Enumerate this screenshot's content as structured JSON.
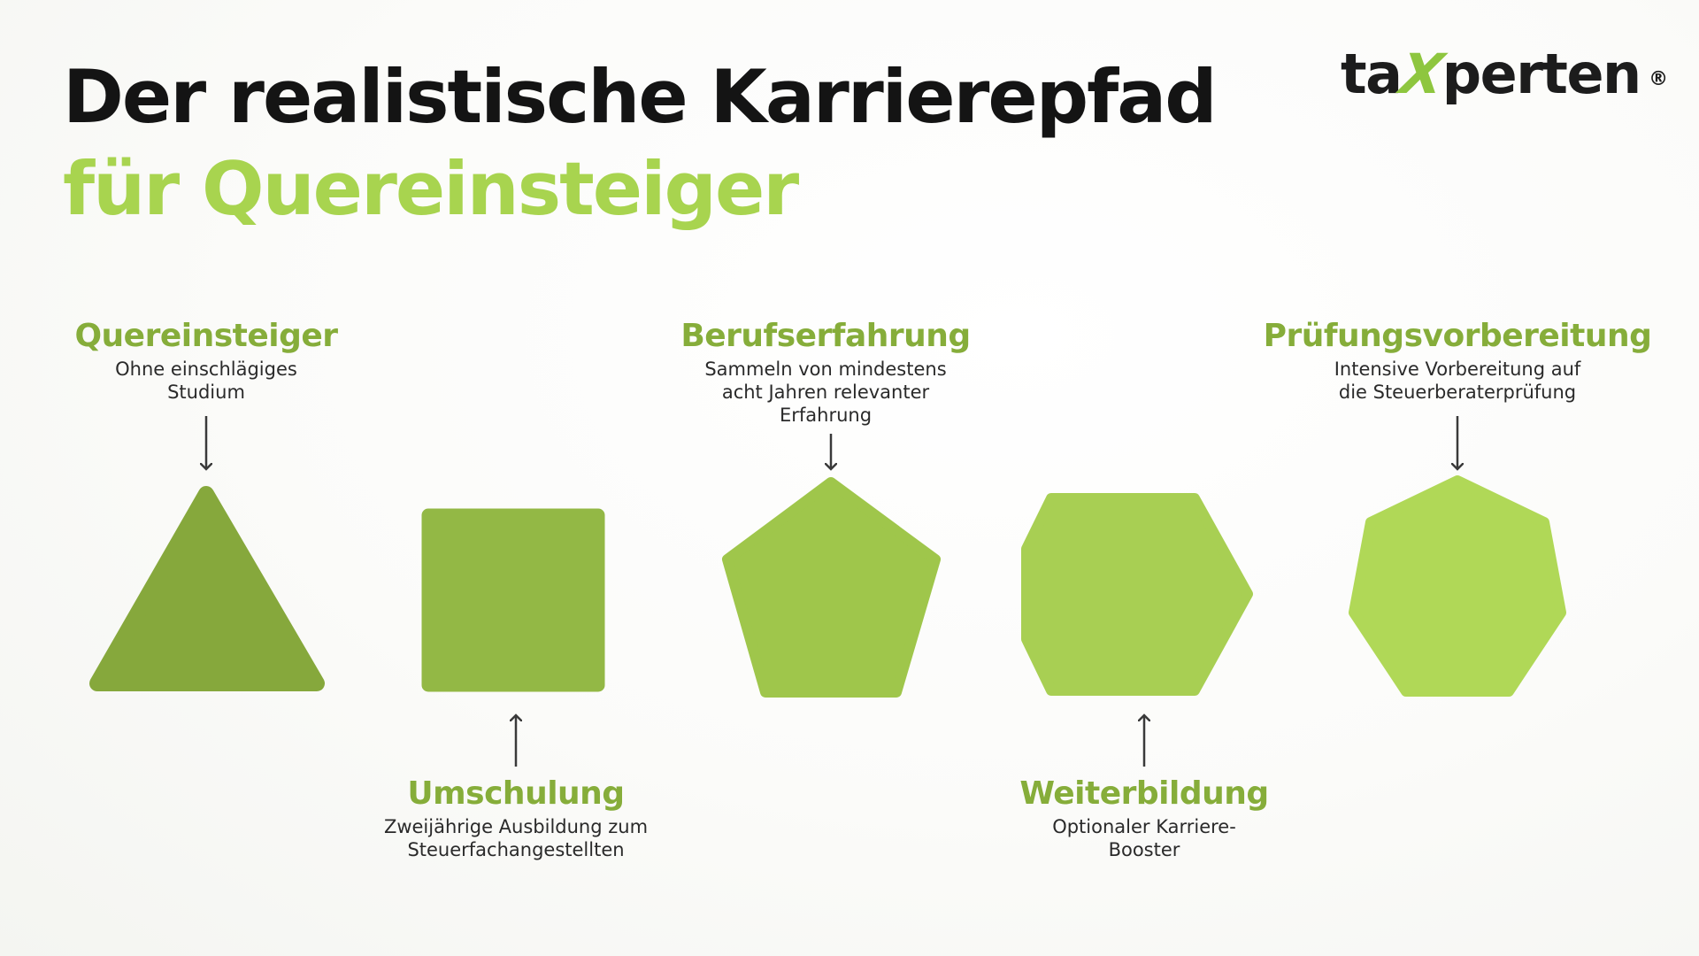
{
  "header": {
    "title_line1": "Der realistische Karrierepfad",
    "title_line2": "für Quereinsteiger"
  },
  "logo": {
    "text_before": "ta",
    "text_x": "X",
    "text_after": "perten",
    "registered": "®"
  },
  "steps": [
    {
      "title": "Quereinsteiger",
      "text_line1": "Ohne einschlägiges",
      "text_line2": "Studium",
      "text_line3": "",
      "shape": "triangle",
      "color": "#86a83c"
    },
    {
      "title": "Umschulung",
      "text_line1": "Zweijährige Ausbildung zum",
      "text_line2": "Steuerfachangestellten",
      "text_line3": "",
      "shape": "square",
      "color": "#93b845"
    },
    {
      "title": "Berufserfahrung",
      "text_line1": "Sammeln von mindestens",
      "text_line2": "acht Jahren relevanter",
      "text_line3": "Erfahrung",
      "shape": "pentagon",
      "color": "#9fc64b"
    },
    {
      "title": "Weiterbildung",
      "text_line1": "Optionaler Karriere-",
      "text_line2": "Booster",
      "text_line3": "",
      "shape": "hexagon",
      "color": "#a8cf53"
    },
    {
      "title": "Prüfungsvorbereitung",
      "text_line1": "Intensive Vorbereitung auf",
      "text_line2": "die Steuerberaterprüfung",
      "text_line3": "",
      "shape": "heptagon",
      "color": "#b0d857"
    }
  ],
  "colors": {
    "title_dark": "#141414",
    "accent_green": "#a8d44f",
    "label_green": "#86ad3a",
    "arrow": "#3a3a3a"
  }
}
